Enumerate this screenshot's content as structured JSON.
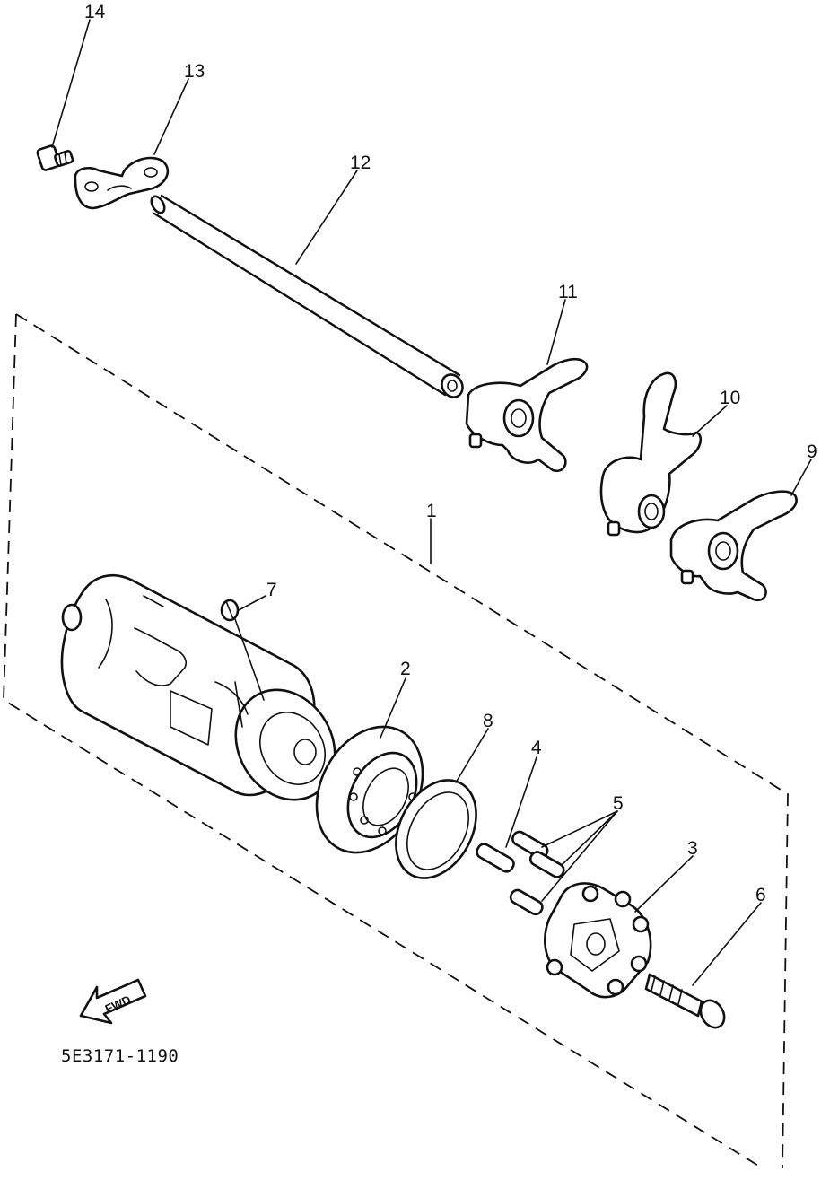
{
  "diagram": {
    "drawing_code": "5E3171-1190",
    "direction_marker": "FWD",
    "callouts": {
      "p1": "1",
      "p2": "2",
      "p3": "3",
      "p4": "4",
      "p5": "5",
      "p6": "6",
      "p7": "7",
      "p8": "8",
      "p9": "9",
      "p10": "10",
      "p11": "11",
      "p12": "12",
      "p13": "13",
      "p14": "14"
    }
  }
}
